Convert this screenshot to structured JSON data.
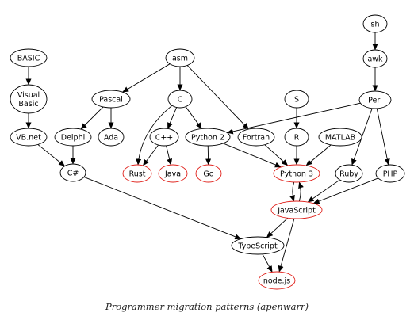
{
  "caption": "Programmer migration patterns (apenwarr)",
  "colors": {
    "default_stroke": "#000000",
    "highlight_stroke": "#e0201a",
    "edge": "#000000"
  },
  "nodes": [
    {
      "id": "sh",
      "lines": [
        "sh"
      ],
      "highlight": false
    },
    {
      "id": "awk",
      "lines": [
        "awk"
      ],
      "highlight": false
    },
    {
      "id": "perl",
      "lines": [
        "Perl"
      ],
      "highlight": false
    },
    {
      "id": "basic",
      "lines": [
        "BASIC"
      ],
      "highlight": false
    },
    {
      "id": "visualbasic",
      "lines": [
        "Visual",
        "Basic"
      ],
      "highlight": false
    },
    {
      "id": "vbnet",
      "lines": [
        "VB.net"
      ],
      "highlight": false
    },
    {
      "id": "asm",
      "lines": [
        "asm"
      ],
      "highlight": false
    },
    {
      "id": "pascal",
      "lines": [
        "Pascal"
      ],
      "highlight": false
    },
    {
      "id": "c",
      "lines": [
        "C"
      ],
      "highlight": false
    },
    {
      "id": "s",
      "lines": [
        "S"
      ],
      "highlight": false
    },
    {
      "id": "delphi",
      "lines": [
        "Delphi"
      ],
      "highlight": false
    },
    {
      "id": "ada",
      "lines": [
        "Ada"
      ],
      "highlight": false
    },
    {
      "id": "cpp",
      "lines": [
        "C++"
      ],
      "highlight": false
    },
    {
      "id": "python2",
      "lines": [
        "Python 2"
      ],
      "highlight": false
    },
    {
      "id": "fortran",
      "lines": [
        "Fortran"
      ],
      "highlight": false
    },
    {
      "id": "r",
      "lines": [
        "R"
      ],
      "highlight": false
    },
    {
      "id": "matlab",
      "lines": [
        "MATLAB"
      ],
      "highlight": false
    },
    {
      "id": "csharp",
      "lines": [
        "C#"
      ],
      "highlight": false
    },
    {
      "id": "rust",
      "lines": [
        "Rust"
      ],
      "highlight": true
    },
    {
      "id": "java",
      "lines": [
        "Java"
      ],
      "highlight": true
    },
    {
      "id": "go",
      "lines": [
        "Go"
      ],
      "highlight": true
    },
    {
      "id": "python3",
      "lines": [
        "Python 3"
      ],
      "highlight": true
    },
    {
      "id": "ruby",
      "lines": [
        "Ruby"
      ],
      "highlight": false
    },
    {
      "id": "php",
      "lines": [
        "PHP"
      ],
      "highlight": false
    },
    {
      "id": "javascript",
      "lines": [
        "JavaScript"
      ],
      "highlight": true
    },
    {
      "id": "typescript",
      "lines": [
        "TypeScript"
      ],
      "highlight": false
    },
    {
      "id": "nodejs",
      "lines": [
        "node.js"
      ],
      "highlight": true
    }
  ],
  "edges": [
    [
      "sh",
      "awk"
    ],
    [
      "awk",
      "perl"
    ],
    [
      "basic",
      "visualbasic"
    ],
    [
      "visualbasic",
      "vbnet"
    ],
    [
      "vbnet",
      "csharp"
    ],
    [
      "asm",
      "pascal"
    ],
    [
      "asm",
      "c"
    ],
    [
      "asm",
      "fortran"
    ],
    [
      "pascal",
      "delphi"
    ],
    [
      "pascal",
      "ada"
    ],
    [
      "delphi",
      "csharp"
    ],
    [
      "c",
      "cpp"
    ],
    [
      "c",
      "python2"
    ],
    [
      "c",
      "rust"
    ],
    [
      "cpp",
      "rust"
    ],
    [
      "cpp",
      "java"
    ],
    [
      "python2",
      "go"
    ],
    [
      "python2",
      "python3"
    ],
    [
      "perl",
      "python2"
    ],
    [
      "perl",
      "ruby"
    ],
    [
      "perl",
      "php"
    ],
    [
      "fortran",
      "python3"
    ],
    [
      "s",
      "r"
    ],
    [
      "r",
      "python3"
    ],
    [
      "matlab",
      "python3"
    ],
    [
      "python3",
      "javascript"
    ],
    [
      "javascript",
      "python3"
    ],
    [
      "ruby",
      "javascript"
    ],
    [
      "php",
      "javascript"
    ],
    [
      "csharp",
      "typescript"
    ],
    [
      "javascript",
      "typescript"
    ],
    [
      "javascript",
      "nodejs"
    ],
    [
      "typescript",
      "nodejs"
    ]
  ]
}
